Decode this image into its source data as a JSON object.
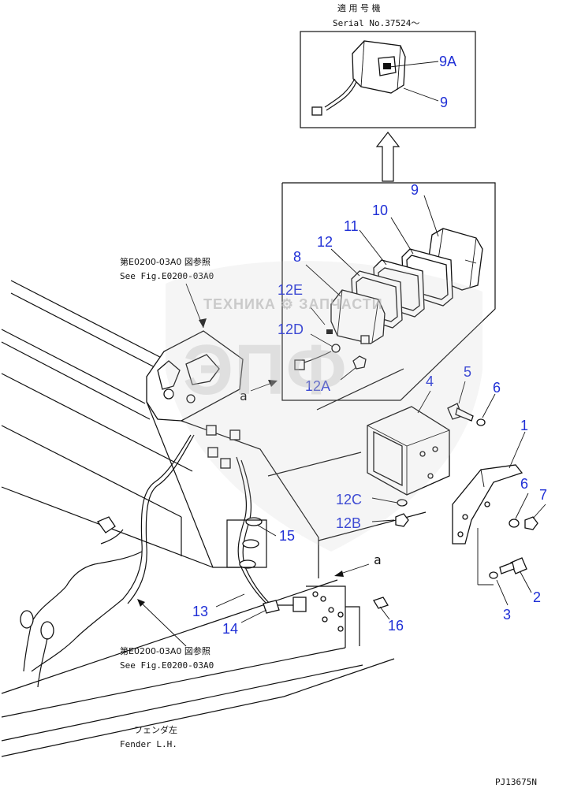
{
  "header": {
    "applicable_model_jp": "適 用 号 機",
    "serial": "Serial No.37524～"
  },
  "refs": {
    "top_jp": "第E0200-03A0 図参照",
    "top_en": "See Fig.E0200-03A0",
    "bottom_jp": "第E0200-03A0 図参照",
    "bottom_en": "See Fig.E0200-03A0"
  },
  "fender": {
    "jp": "フェンダ左",
    "en": "Fender L.H."
  },
  "section_marks": {
    "a_top": "a",
    "a_bottom": "a"
  },
  "callouts": {
    "c9a": "9A",
    "c9_inset": "9",
    "c9": "9",
    "c10": "10",
    "c11": "11",
    "c12": "12",
    "c8": "8",
    "c12e": "12E",
    "c12d": "12D",
    "c12a": "12A",
    "c5": "5",
    "c6a": "6",
    "c4": "4",
    "c1": "1",
    "c6b": "6",
    "c7": "7",
    "c12c": "12C",
    "c12b": "12B",
    "c15": "15",
    "c13": "13",
    "c14": "14",
    "c16": "16",
    "c2": "2",
    "c3": "3"
  },
  "watermark": {
    "brand_text": "ТЕХНИКА ⚙ ЗАПЧАСТИ",
    "logo_text": "ЭПФ"
  },
  "drawing_code": "PJ13675N"
}
